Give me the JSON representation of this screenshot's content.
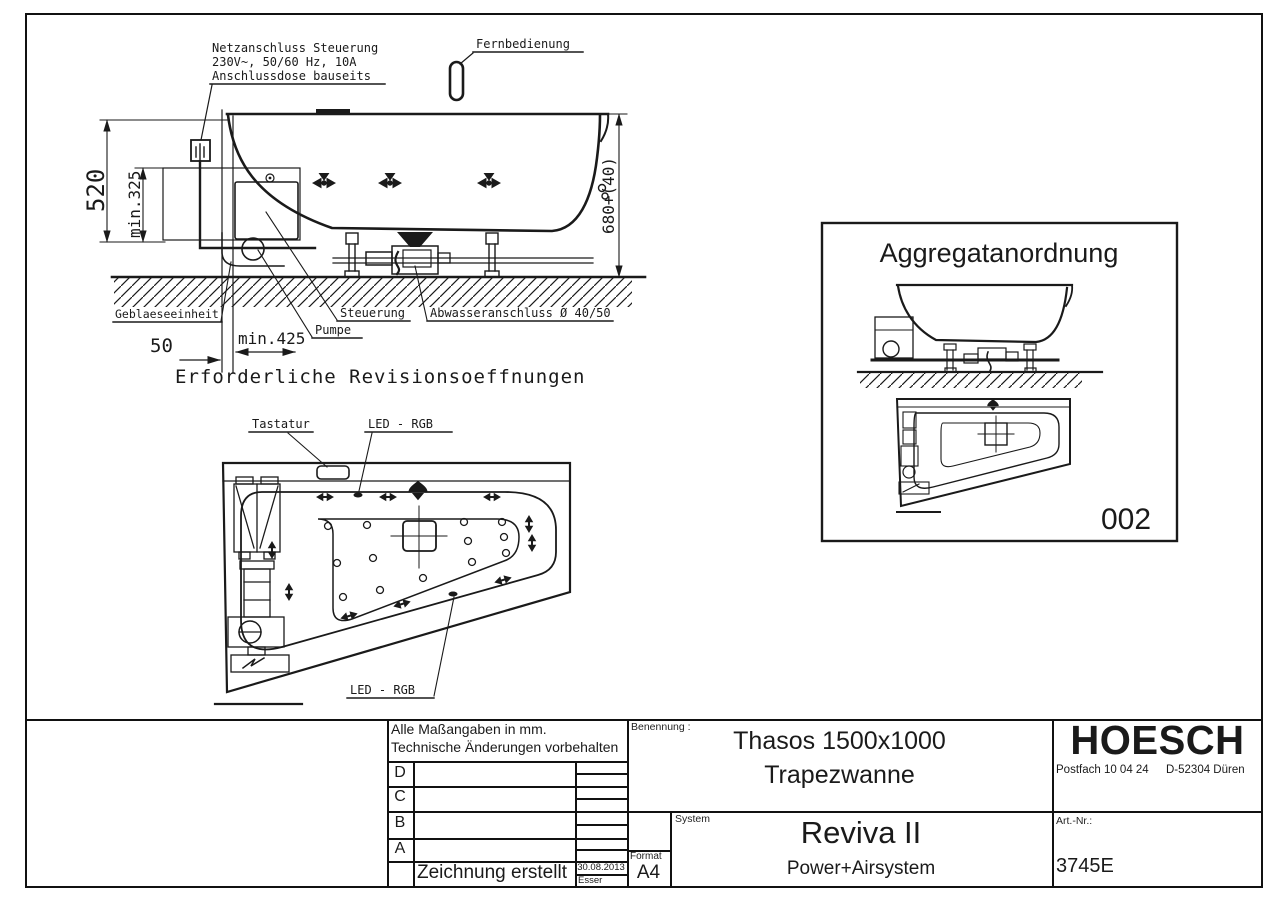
{
  "colors": {
    "ink": "#1a1a1a",
    "paper": "#ffffff"
  },
  "side_view": {
    "power_note_line1": "Netzanschluss Steuerung",
    "power_note_line2": "230V~, 50/60 Hz, 10A",
    "power_note_line3": "Anschlussdose bauseits",
    "remote_label": "Fernbedienung",
    "blower_label": "Geblaeseeinheit",
    "pump_label": "Pumpe",
    "control_label": "Steuerung",
    "drain_label": "Abwasseranschluss Ø 40/50",
    "caption": "Erforderliche Revisionsoeffnungen",
    "dims": {
      "height_total": "520",
      "height_min": "min.325",
      "rim_height": "680+(40)",
      "wall_gap": "50",
      "opening_width": "min.425"
    }
  },
  "plan_view": {
    "keypad_label": "Tastatur",
    "led_label_top": "LED - RGB",
    "led_label_bottom": "LED - RGB"
  },
  "aggregate_box": {
    "title": "Aggregatanordnung",
    "sheet_number": "002"
  },
  "title_block": {
    "notes": {
      "line1": "Alle Maßangaben in mm.",
      "line2": "Technische Änderungen vorbehalten"
    },
    "revision_rows": [
      "D",
      "C",
      "B",
      "A"
    ],
    "created_label": "Zeichnung erstellt",
    "created_date": "30.08.2013",
    "created_by": "Esser",
    "format_label": "Format",
    "format_value": "A4",
    "name_label": "Benennung :",
    "name_line1": "Thasos 1500x1000",
    "name_line2": "Trapezwanne",
    "system_label": "System",
    "system_name": "Reviva II",
    "system_sub": "Power+Airsystem",
    "brand": {
      "logo": "HOESCH",
      "address_po": "Postfach 10 04 24",
      "address_city": "D-52304 Düren"
    },
    "artnr_label": "Art.-Nr.:",
    "artnr_value": "3745E"
  }
}
